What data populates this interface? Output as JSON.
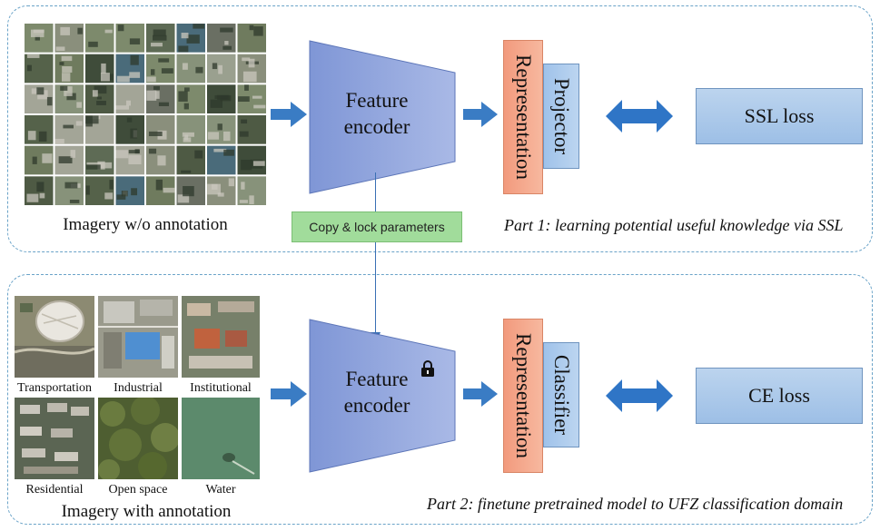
{
  "part1": {
    "imagery_caption": "Imagery w/o annotation",
    "encoder_label_line1": "Feature",
    "encoder_label_line2": "encoder",
    "representation_label": "Representation",
    "projector_label": "Projector",
    "loss_label": "SSL loss",
    "caption": "Part 1: learning potential useful knowledge via SSL"
  },
  "bridge": {
    "label": "Copy & lock parameters"
  },
  "part2": {
    "imagery_caption": "Imagery with annotation",
    "encoder_label_line1": "Feature",
    "encoder_label_line2": "encoder",
    "representation_label": "Representation",
    "classifier_label": "Classifier",
    "loss_label": "CE loss",
    "caption": "Part 2: finetune pretrained model to UFZ classification domain",
    "classes": [
      "Transportation",
      "Industrial",
      "Institutional",
      "Residential",
      "Open space",
      "Water"
    ]
  },
  "icons": {
    "lock": "lock-icon",
    "arrow": "right-arrow-icon",
    "double_arrow": "double-arrow-icon"
  },
  "colors": {
    "panel_border": "#6aa3c8",
    "encoder_fill": "#8fa5dc",
    "representation_fill": "#f4a58a",
    "projector_fill": "#a9c8ea",
    "arrow_fill": "#3a7cc4",
    "bridge_fill": "#9fd89a"
  }
}
